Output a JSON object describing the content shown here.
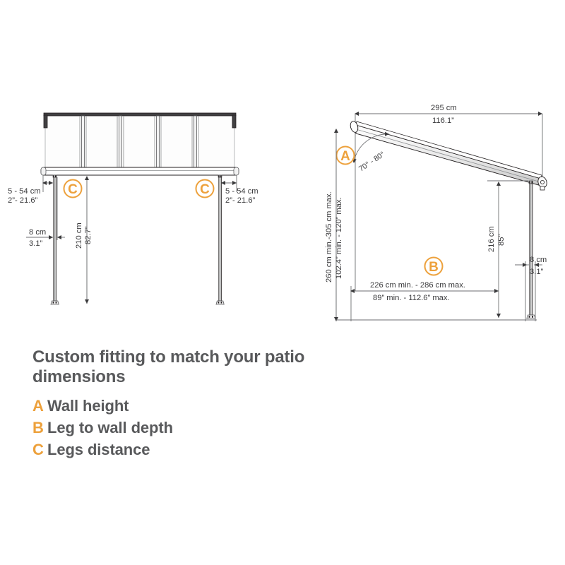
{
  "legend": {
    "title": "Custom fitting to match your patio dimensions",
    "items": [
      {
        "key": "A",
        "label": "Wall height"
      },
      {
        "key": "B",
        "label": "Leg to wall depth"
      },
      {
        "key": "C",
        "label": "Legs distance"
      }
    ]
  },
  "colors": {
    "accent": "#eda13c",
    "text": "#58595b",
    "dimension_text": "#3a3a3c",
    "line": "#6d6e71",
    "part_outline": "#231f20"
  },
  "front_view": {
    "name": "front-elevation",
    "marker_left": "C",
    "marker_right": "C",
    "dimensions": {
      "leg_inset_left_cm": "5 - 54 cm",
      "leg_inset_left_in": "2”- 21.6”",
      "leg_inset_right_cm": "5 - 54 cm",
      "leg_inset_right_in": "2”- 21.6”",
      "leg_width_cm": "8 cm",
      "leg_width_in": "3.1”",
      "leg_height_cm": "210 cm",
      "leg_height_in": "82.7”"
    },
    "panel_count": 5
  },
  "side_view": {
    "name": "side-elevation",
    "marker_wall_height": "A",
    "marker_depth": "B",
    "dimensions": {
      "roof_length_cm": "295 cm",
      "roof_length_in": "116.1”",
      "roof_angle": "70° - 80°",
      "wall_height_cm": "260 cm min.-305 cm max.",
      "wall_height_in": "102.4” min. - 120” max.",
      "leg_height_cm": "216 cm",
      "leg_height_in": "85”",
      "leg_width_cm": "8 cm",
      "leg_width_in": "3.1”",
      "depth_cm": "226 cm min. - 286 cm max.",
      "depth_in": "89” min. - 112.6” max."
    }
  }
}
